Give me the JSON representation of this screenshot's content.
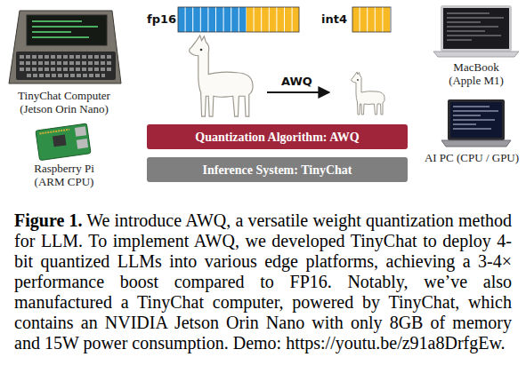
{
  "diagram": {
    "caption": "Figure 1. We introduce AWQ, a versatile weight quantization method for LLM. To implement AWQ, we developed TinyChat to deploy 4-bit quantized LLMs into various edge platforms, achieving a 3-4× performance boost compared to FP16. Notably, we’ve also manufactured a TinyChat computer, powered by TinyChat, which contains an NVIDIA Jetson Orin Nano with only 8GB of memory and 15W power consumption. Demo: https://youtu.be/z91a8DrfgEw.",
    "nodes": [
      {
        "text": [
          "Quantization Algorithm: AWQ"
        ]
      },
      {
        "text": [
          "Inference System: TinyChat"
        ]
      }
    ],
    "labels": [
      "TinyChat Computer (Jetson Orin Nano)",
      "Raspberry Pi (ARM CPU)",
      "fp16",
      "int4",
      "AWQ",
      "MacBook (Apple M1)",
      "AI PC (CPU / GPU)"
    ]
  }
}
